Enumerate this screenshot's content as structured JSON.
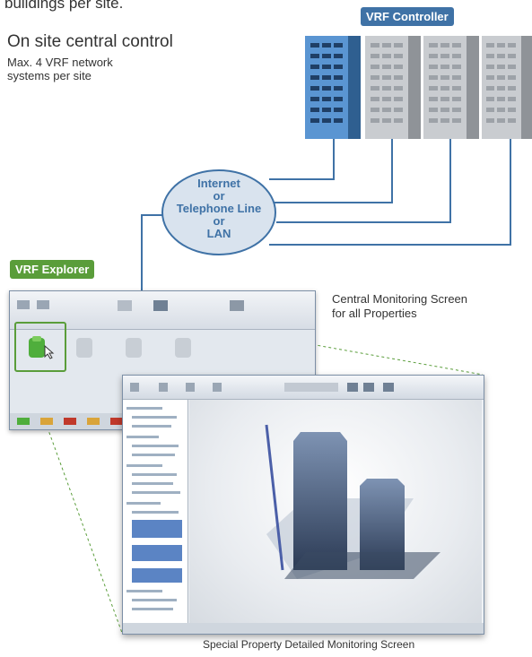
{
  "header": {
    "top_text": "buildings per site.",
    "onsite_title": "On site central control",
    "onsite_sub_line1": "Max. 4 VRF network",
    "onsite_sub_line2": "systems per site"
  },
  "tags": {
    "controller": "VRF Controller",
    "explorer": "VRF Explorer"
  },
  "network": {
    "line1": "Internet",
    "line2": "or",
    "line3": "Telephone Line",
    "line4": "or",
    "line5": "LAN"
  },
  "labels": {
    "central_line1": "Central Monitoring Screen",
    "central_line2": "for all Properties",
    "special": "Special Property Detailed Monitoring Screen"
  },
  "colors": {
    "accent_blue": "#3f72a6",
    "accent_green": "#5a9d3a",
    "building_blue": "#4a86c5",
    "building_gray": "#b4b8bd"
  }
}
